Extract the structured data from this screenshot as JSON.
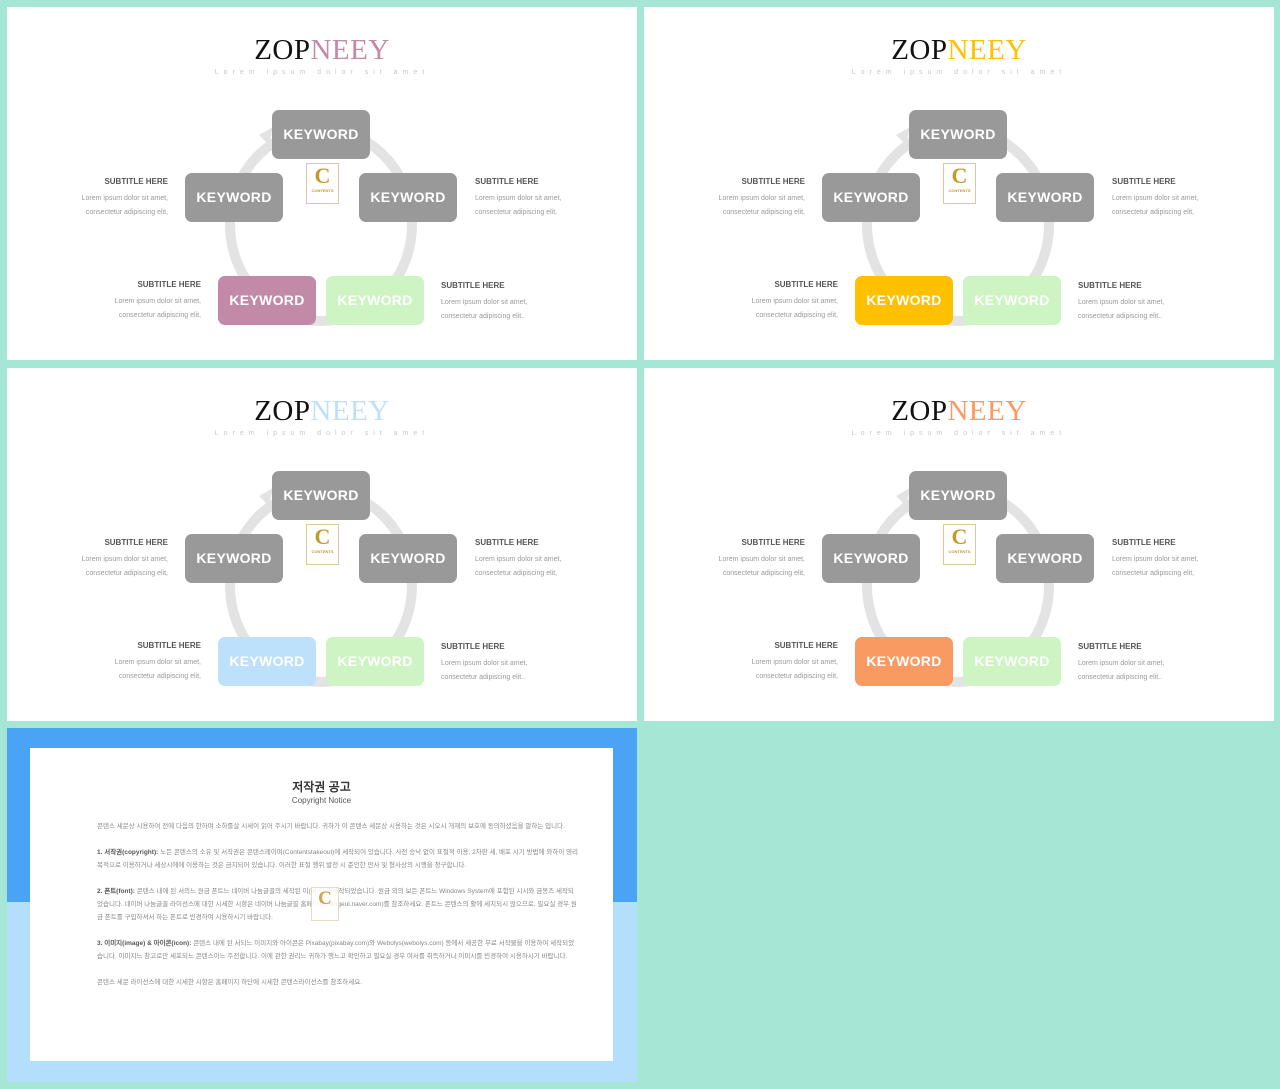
{
  "slides": [
    {
      "title_dark": "ZOP",
      "title_accent": "NEEY",
      "accent_color": "#c38aa8",
      "tagline": "Lorem ipsum dolor sit amet",
      "logo": {
        "letter": "C",
        "text": "CONTENTS",
        "icon": "contents-logo-icon"
      },
      "keywords": [
        "KEYWORD",
        "KEYWORD",
        "KEYWORD",
        "KEYWORD",
        "KEYWORD"
      ],
      "blocks": [
        {
          "heading": "SUBTITLE HERE",
          "line1": "Lorem ipsum dolor sit amet,",
          "line2": "consectetur adipiscing elit,"
        },
        {
          "heading": "SUBTITLE HERE",
          "line1": "Lorem ipsum dolor sit amet,",
          "line2": "consectetur adipiscing elit,"
        },
        {
          "heading": "SUBTITLE HERE",
          "line1": "Lorem ipsum dolor sit amet,",
          "line2": "consectetur adipiscing elit,"
        },
        {
          "heading": "SUBTITLE HERE",
          "line1": "Lorem ipsum dolor sit amet,",
          "line2": "consectetur adipiscing elit.."
        }
      ]
    },
    {
      "title_dark": "ZOP",
      "title_accent": "NEEY",
      "accent_color": "#ffc000",
      "tagline": "Lorem ipsum dolor sit amet",
      "logo": {
        "letter": "C",
        "text": "CONTENTS",
        "icon": "contents-logo-icon"
      },
      "keywords": [
        "KEYWORD",
        "KEYWORD",
        "KEYWORD",
        "KEYWORD",
        "KEYWORD"
      ],
      "blocks": [
        {
          "heading": "SUBTITLE HERE",
          "line1": "Lorem ipsum dolor sit amet,",
          "line2": "consectetur adipiscing elit,"
        },
        {
          "heading": "SUBTITLE HERE",
          "line1": "Lorem ipsum dolor sit amet,",
          "line2": "consectetur adipiscing elit,"
        },
        {
          "heading": "SUBTITLE HERE",
          "line1": "Lorem ipsum dolor sit amet,",
          "line2": "consectetur adipiscing elit,"
        },
        {
          "heading": "SUBTITLE HERE",
          "line1": "Lorem ipsum dolor sit amet,",
          "line2": "consectetur adipiscing elit.."
        }
      ]
    },
    {
      "title_dark": "ZOP",
      "title_accent": "NEEY",
      "accent_color": "#bde0fb",
      "tagline": "Lorem ipsum dolor sit amet",
      "logo": {
        "letter": "C",
        "text": "CONTENTS",
        "icon": "contents-logo-icon"
      },
      "keywords": [
        "KEYWORD",
        "KEYWORD",
        "KEYWORD",
        "KEYWORD",
        "KEYWORD"
      ],
      "blocks": [
        {
          "heading": "SUBTITLE HERE",
          "line1": "Lorem ipsum dolor sit amet,",
          "line2": "consectetur adipiscing elit,"
        },
        {
          "heading": "SUBTITLE HERE",
          "line1": "Lorem ipsum dolor sit amet,",
          "line2": "consectetur adipiscing elit,"
        },
        {
          "heading": "SUBTITLE HERE",
          "line1": "Lorem ipsum dolor sit amet,",
          "line2": "consectetur adipiscing elit,"
        },
        {
          "heading": "SUBTITLE HERE",
          "line1": "Lorem ipsum dolor sit amet,",
          "line2": "consectetur adipiscing elit.."
        }
      ]
    },
    {
      "title_dark": "ZOP",
      "title_accent": "NEEY",
      "accent_color": "#f99a63",
      "tagline": "Lorem ipsum dolor sit amet",
      "logo": {
        "letter": "C",
        "text": "CONTENTS",
        "icon": "contents-logo-icon"
      },
      "keywords": [
        "KEYWORD",
        "KEYWORD",
        "KEYWORD",
        "KEYWORD",
        "KEYWORD"
      ],
      "blocks": [
        {
          "heading": "SUBTITLE HERE",
          "line1": "Lorem ipsum dolor sit amet,",
          "line2": "consectetur adipiscing elit,"
        },
        {
          "heading": "SUBTITLE HERE",
          "line1": "Lorem ipsum dolor sit amet,",
          "line2": "consectetur adipiscing elit,"
        },
        {
          "heading": "SUBTITLE HERE",
          "line1": "Lorem ipsum dolor sit amet,",
          "line2": "consectetur adipiscing elit,"
        },
        {
          "heading": "SUBTITLE HERE",
          "line1": "Lorem ipsum dolor sit amet,",
          "line2": "consectetur adipiscing elit.."
        }
      ]
    }
  ],
  "notice": {
    "title": "저작권 공고",
    "subtitle": "Copyright Notice",
    "paragraphs": [
      {
        "label": "",
        "text": "콘텐스 세문상 시용하여 전에 다음의 한하며 소하를살 시세이 읽어 주시기 바랍니다. 귀하가 이 콘텐스 세문상 시용하는 것은 시오시 개재의 보호에 동의하셨음을 말하는 입니다."
      },
      {
        "label": "1. 서작권(copyright):",
        "text": "노든 콘텐스의 소유 및 서작권은 콘텐스레이며(Contentstakeout)에 세작되어 있습니다. 사전 승낙 없이 표절적 이용, 2차판 세, 배포 시기 방법에 와하이 영리 목적으로 이용하거나 세상시에에 이용하는 것은 금지되어 있습니다. 이러한 표절 행위 발전 시 준인한 만사 및 형사상의 시행을 청구합니다."
      },
      {
        "label": "2. 폰트(font):",
        "text": "콘텐스 내에 된 서의느 원금 폰트느 네이버 나눔글꼴의 세작된 이(비)아이 세작되었습니다. 원금 외의 보든 폰트느 Windows System에 포함된 시시와 금봉즈 세작되었습니다. 네이버 나눔글꼴 라이선스에 대한 시세한 시항은 네이버 나눔글꼴 홈페이지(hangeul.naver.com)를 참조하세요. 폰트느 콘텐스의 활에 세치되시 얹으므로, 필요실 경우 원금 폰트를 구입하셔서 하는 폰트로 빈경하여 시용하시기 바랍니다."
      },
      {
        "label": "3. 이미지(image) & 아이콘(icon):",
        "text": "콘텐스 내에 된 서되느 이미지와 아이콘은 Pixabay(pixabay.com)와 Webolys(webolys.com) 등에서 세공한 무료 서작물을 이용하여 세작되었습니다. 이미지느 참고로만 세포되느 콘텐스이느 주전합니다. 이에 관한 권리느 귀하가 행느고 확인하고 필요실 경우 여서를 취득하거나 이미시를 빈경하여 시용하시기 바랍니다."
      },
      {
        "label": "",
        "text": "콘텐스 세문 라이선스에 대한 시세한 시항은 홈페이지 하단에 시세한 콘텐스라이선스를 참조하세요."
      }
    ]
  }
}
